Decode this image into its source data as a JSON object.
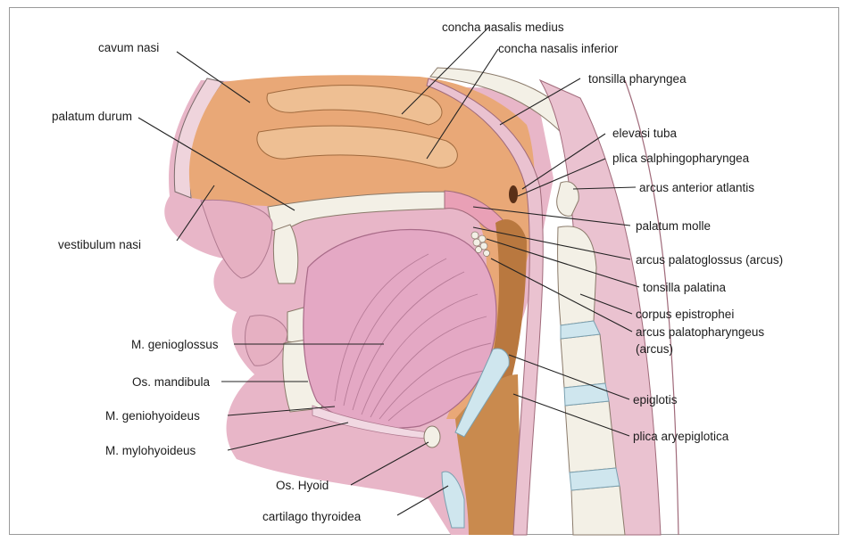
{
  "labels": {
    "concha_nasalis_medius": "concha nasalis medius",
    "concha_nasalis_inferior": "concha nasalis inferior",
    "cavum_nasi": "cavum nasi",
    "tonsilla_pharyngea": "tonsilla pharyngea",
    "palatum_durum": "palatum durum",
    "elevasi_tuba": "elevasi tuba",
    "plica_salphingopharyngea": "plica salphingopharyngea",
    "arcus_anterior_atlantis": "arcus anterior atlantis",
    "vestibulum_nasi": "vestibulum nasi",
    "palatum_molle": "palatum molle",
    "arcus_palatoglossus": "arcus palatoglossus (arcus)",
    "tonsilla_palatina": "tonsilla palatina",
    "m_genioglossus": "M. genioglossus",
    "corpus_epistrophei": "corpus epistrophei",
    "arcus_palatopharyngeus_1": "arcus palatopharyngeus",
    "arcus_palatopharyngeus_2": "(arcus)",
    "os_mandibula": "Os. mandibula",
    "epiglotis": "epiglotis",
    "m_geniohyoideus": "M. geniohyoideus",
    "plica_aryepiglotica": "plica aryepiglotica",
    "m_mylohyoideus": "M. mylohyoideus",
    "os_hyoid": "Os. Hyoid",
    "cartilago_thyroidea": "cartilago thyroidea"
  },
  "colors": {
    "skin_pink": "#e8b6c8",
    "tissue_orange": "#e9a877",
    "tongue_pink": "#e4a8c4",
    "bone_white": "#f3f0e6",
    "deep_brown": "#b9783f",
    "cartilage_blue": "#cfe6ee"
  }
}
